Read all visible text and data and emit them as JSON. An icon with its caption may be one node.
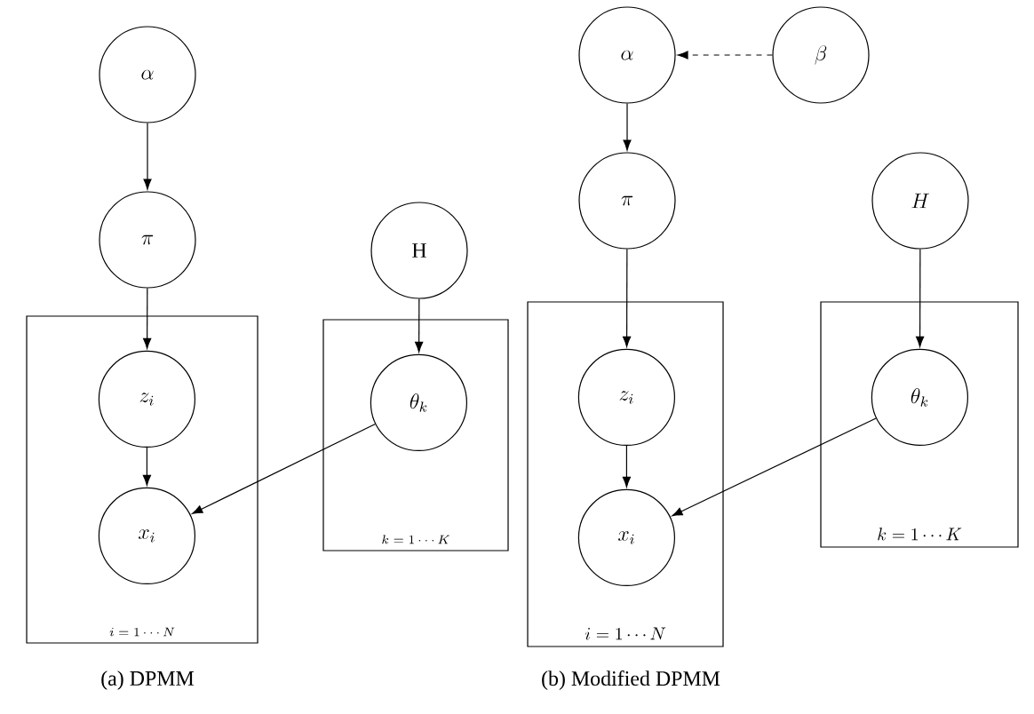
{
  "diagram": {
    "nodes": [
      {
        "text": [
          "\\alpha"
        ]
      },
      {
        "text": [
          "\\pi"
        ]
      },
      {
        "text": [
          "i=1\\cdots N"
        ]
      },
      {
        "text": [
          "z_i"
        ],
        "in": 2
      },
      {
        "text": [
          "x_i"
        ],
        "in": 2
      },
      {
        "text": [
          "\\mathrm{H}"
        ]
      },
      {
        "text": [
          "k=1\\cdots K"
        ]
      },
      {
        "text": [
          "\\theta_k"
        ],
        "in": 6
      },
      {
        "text": [
          "\\alpha"
        ]
      },
      {
        "text": [
          "\\beta"
        ]
      },
      {
        "text": [
          "\\pi"
        ]
      },
      {
        "text": [
          "i=1\\cdots N"
        ]
      },
      {
        "text": [
          "z_i"
        ],
        "in": 11
      },
      {
        "text": [
          "x_i"
        ],
        "in": 11
      },
      {
        "text": [
          "H"
        ]
      },
      {
        "text": [
          "k=1\\cdots K"
        ]
      },
      {
        "text": [
          "\\theta_k"
        ],
        "in": 15
      }
    ],
    "edges": [
      {
        "from": 0,
        "to": 1,
        "arrow": "to"
      },
      {
        "from": 1,
        "to": 3,
        "arrow": "to"
      },
      {
        "from": 3,
        "to": 4,
        "arrow": "to"
      },
      {
        "from": 5,
        "to": 7,
        "arrow": "to"
      },
      {
        "from": 7,
        "to": 4,
        "arrow": "to"
      },
      {
        "from": 9,
        "to": 8,
        "arrow": "to",
        "style": "dashed"
      },
      {
        "from": 8,
        "to": 10,
        "arrow": "to"
      },
      {
        "from": 10,
        "to": 12,
        "arrow": "to"
      },
      {
        "from": 12,
        "to": 13,
        "arrow": "to"
      },
      {
        "from": 14,
        "to": 16,
        "arrow": "to"
      },
      {
        "from": 16,
        "to": 13,
        "arrow": "to"
      }
    ],
    "labels": [
      "(a) DPMM",
      "(b) Modified DPMM"
    ]
  }
}
